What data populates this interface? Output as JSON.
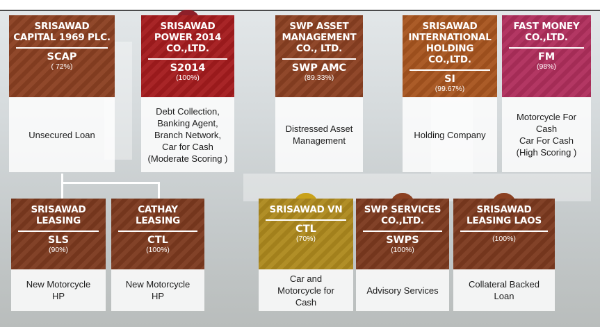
{
  "cut_title": "",
  "companies": [
    {
      "id": "scap",
      "name": "SRISAWAD CAPITAL 1969 PLC.",
      "abbr": "SCAP",
      "pct": "( 72%)",
      "desc": "Unsecured Loan",
      "color": "#8b4122"
    },
    {
      "id": "s2014",
      "name": "SRISAWAD POWER 2014 CO.,LTD.",
      "abbr": "S2014",
      "pct": "(100%)",
      "desc": "Debt Collection,\nBanking Agent,\nBranch Network,\nCar for Cash\n(Moderate Scoring )",
      "color": "#a51c1e"
    },
    {
      "id": "swpamc",
      "name": "SWP ASSET MANAGEMENT CO., LTD.",
      "abbr": "SWP AMC",
      "pct": "(89.33%)",
      "desc": "Distressed Asset\nManagement",
      "color": "#8b4122"
    },
    {
      "id": "si",
      "name": "SRISAWAD INTERNATIONAL HOLDING CO.,LTD.",
      "abbr": "SI",
      "pct": "(99.67%)",
      "desc": "Holding Company",
      "color": "#a8551f"
    },
    {
      "id": "fm",
      "name": "FAST MONEY CO.,LTD.",
      "abbr": "FM",
      "pct": "(98%)",
      "desc": "Motorcycle For\nCash\nCar For Cash\n(High Scoring )",
      "color": "#b02f5d"
    },
    {
      "id": "sls",
      "name": "SRISAWAD LEASING",
      "abbr": "SLS",
      "pct": "(90%)",
      "desc": "New Motorcycle\nHP",
      "color": "#7d3a1f"
    },
    {
      "id": "ctl",
      "name": "CATHAY LEASING",
      "abbr": "CTL",
      "pct": "(100%)",
      "desc": "New Motorcycle\nHP",
      "color": "#7d3a1f"
    },
    {
      "id": "vn",
      "name": "SRISAWAD VN",
      "abbr": "CTL",
      "pct": "(70%)",
      "desc": "Car and\nMotorcycle for\nCash",
      "color": "#ae8a1e"
    },
    {
      "id": "swps",
      "name": "SWP SERVICES CO.,LTD.",
      "abbr": "SWPS",
      "pct": "(100%)",
      "desc": "Advisory Services",
      "color": "#7d3a1f"
    },
    {
      "id": "laos",
      "name": "SRISAWAD LEASING LAOS",
      "abbr": "",
      "pct": "(100%)",
      "desc": "Collateral Backed\nLoan",
      "color": "#7d3a1f"
    }
  ]
}
